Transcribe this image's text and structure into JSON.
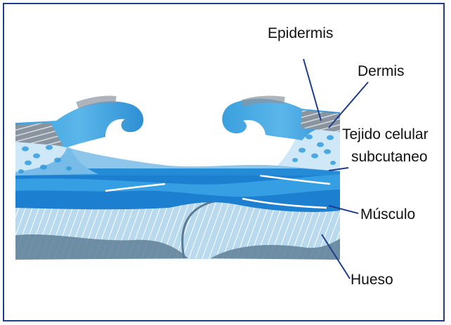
{
  "diagram": {
    "labels": {
      "epidermis": "Epidermis",
      "dermis": "Dermis",
      "tejido_line1": "Tejido celular",
      "tejido_line2": "subcutaneo",
      "musculo": "Músculo",
      "hueso": "Hueso"
    },
    "colors": {
      "frame": "#1f3e8c",
      "leader_lines": "#1f3e8c",
      "skin_blue": "#3a9fdc",
      "skin_stripe_grey": "#7f8a95",
      "subcutaneous_fill": "#cfe8f8",
      "fat_globules": "#4aa8e3",
      "muscle_blue": "#1c7fd0",
      "bone_hatch_bg": "#b9d9ef",
      "bone_dark": "#5f7f98"
    }
  }
}
